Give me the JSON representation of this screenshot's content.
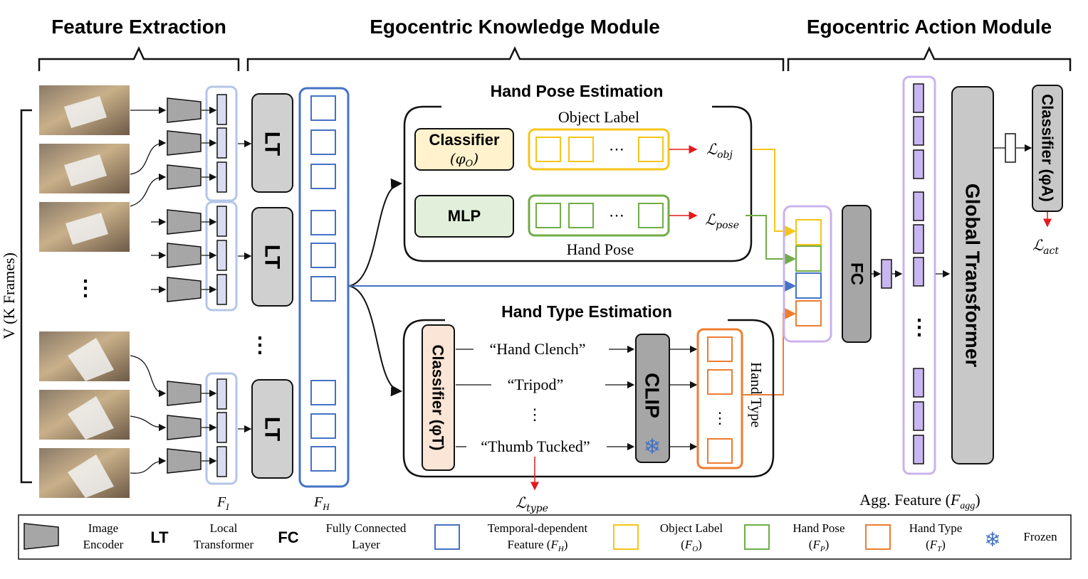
{
  "sections": {
    "feature_extraction": "Feature Extraction",
    "knowledge_module": "Egocentric Knowledge Module",
    "action_module": "Egocentric Action Module"
  },
  "input": {
    "frames_label": "V (K Frames)",
    "ellipsis": "⋮"
  },
  "blocks": {
    "lt": "LT",
    "fc": "FC",
    "global_transformer": "Global Transformer",
    "clip": "CLIP",
    "classifier_action": "Classifier (φA)",
    "snowflake": "❄"
  },
  "features": {
    "f_i": "FI",
    "f_h": "FH",
    "agg": "Agg. Feature (Fagg)"
  },
  "hand_pose_estimation": {
    "title": "Hand Pose Estimation",
    "classifier": "Classifier",
    "classifier_sub": "(φO)",
    "mlp": "MLP",
    "object_label": "Object Label",
    "hand_pose": "Hand Pose",
    "loss_obj": "ℒobj",
    "loss_pose": "ℒpose",
    "dots": "⋯"
  },
  "hand_type_estimation": {
    "title": "Hand Type Estimation",
    "classifier": "Classifier (φT)",
    "prompts": [
      "“Hand Clench”",
      "“Tripod”",
      "“Thumb Tucked”"
    ],
    "vdots": "⋮",
    "hand_type": "Hand Type",
    "loss_type": "ℒtype"
  },
  "loss_act": "ℒact",
  "legend": {
    "image_encoder": [
      "Image",
      "Encoder"
    ],
    "lt_abbr": "LT",
    "local_transformer": [
      "Local",
      "Transformer"
    ],
    "fc_abbr": "FC",
    "fully_connected": [
      "Fully Connected",
      "Layer"
    ],
    "temporal_feature": [
      "Temporal-dependent",
      "Feature (FH)"
    ],
    "object_label": [
      "Object Label",
      "(FO)"
    ],
    "hand_pose": [
      "Hand Pose",
      "(FP)"
    ],
    "hand_type": [
      "Hand Type",
      "(FT)"
    ],
    "frozen": "Frozen"
  },
  "colors": {
    "blue": "#4472c4",
    "yellow": "#f5c518",
    "green": "#70ad47",
    "orange": "#ed7d31",
    "purple": "#c9b3ee",
    "purple_fill": "#c8b6f0",
    "lavender_border": "#b4c6e7",
    "red": "#e31a1c",
    "gray": "#cfcfcf"
  }
}
